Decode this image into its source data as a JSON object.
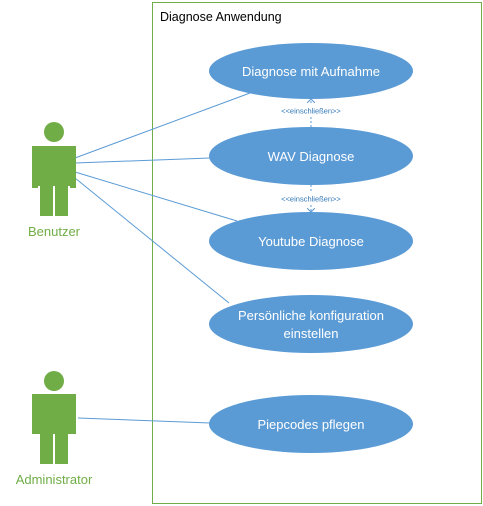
{
  "system": {
    "title": "Diagnose Anwendung"
  },
  "actors": {
    "user": {
      "label": "Benutzer"
    },
    "admin": {
      "label": "Administrator"
    }
  },
  "use_cases": {
    "record": {
      "label": "Diagnose mit Aufnahme"
    },
    "wav": {
      "label": "WAV Diagnose"
    },
    "youtube": {
      "label": "Youtube Diagnose"
    },
    "config": {
      "line1": "Persönliche konfiguration",
      "line2": "einstellen"
    },
    "piepcodes": {
      "label": "Piepcodes pflegen"
    }
  },
  "relations": {
    "include_1": "<<einschließen>>",
    "include_2": "<<einschließen>>"
  },
  "colors": {
    "actor": "#70ad47",
    "actor_label": "#70ad47",
    "use_case_fill": "#5b9bd5",
    "use_case_text": "#ffffff",
    "association_line": "#5b9bd5",
    "system_border": "#70ad47",
    "title_text": "#000000",
    "stereotype_text": "#2e75b6"
  },
  "icons": {
    "actor": "stick-figure-actor-icon"
  }
}
